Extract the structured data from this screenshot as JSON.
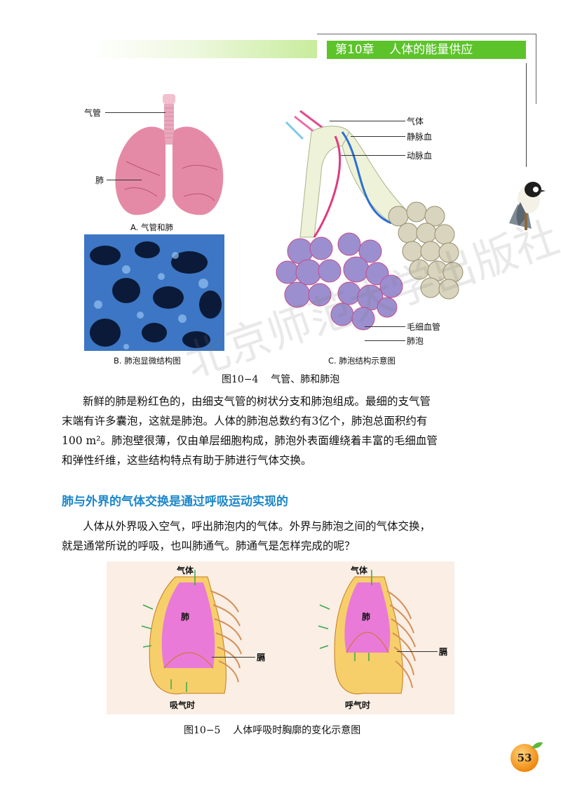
{
  "header": {
    "chapter": "第10章    人体的能量供应"
  },
  "fig4": {
    "label_trachea": "气管",
    "label_lung": "肺",
    "cap_a": "A. 气管和肺",
    "cap_b": "B. 肺泡显微结构图",
    "cap_c": "C. 肺泡结构示意图",
    "label_gas": "气体",
    "label_vein": "静脉血",
    "label_artery": "动脉血",
    "label_capillary": "毛细血管",
    "label_alveolus": "肺泡",
    "caption": "图10−4    气管、肺和肺泡"
  },
  "para1": [
    "新鲜的肺是粉红色的，由细支气管的树状分支和肺泡组成。最细的支气管",
    "末端有许多囊泡，这就是肺泡。人体的肺泡总数约有3亿个，肺泡总面积约有",
    "100 m²。肺泡壁很薄，仅由单层细胞构成，肺泡外表面缠绕着丰富的毛细血管",
    "和弹性纤维，这些结构特点有助于肺进行气体交换。"
  ],
  "section_title": "肺与外界的气体交换是通过呼吸运动实现的",
  "para2": [
    "人体从外界吸入空气，呼出肺泡内的气体。外界与肺泡之间的气体交换，",
    "就是通常所说的呼吸，也叫肺通气。肺通气是怎样完成的呢？"
  ],
  "fig5": {
    "left_gas": "气体",
    "left_lung": "肺",
    "left_diaphragm": "膈",
    "left_caption": "吸气时",
    "right_gas": "气体",
    "right_lung": "肺",
    "right_diaphragm": "膈",
    "right_caption": "呼气时",
    "caption": "图10−5    人体呼吸时胸廓的变化示意图"
  },
  "page_number": "53"
}
